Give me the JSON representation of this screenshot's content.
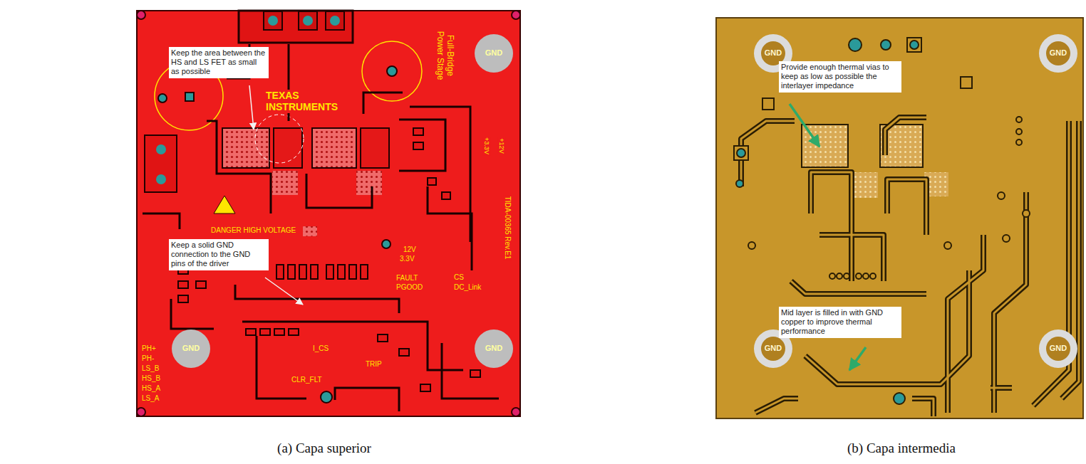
{
  "diagram": {
    "labels": [
      "Keep the area between the HS and LS FET as small as possible",
      "Keep a solid GND connection to the GND pins of the driver",
      "GND",
      "GND",
      "GND",
      "TEXAS",
      "INSTRUMENTS",
      "Full-Bridge Power Stage",
      "DANGER HIGH VOLTAGE",
      "+3.3V",
      "+12V",
      "12V",
      "3.3V",
      "FAULT",
      "PGOOD",
      "CS",
      "DC_Link",
      "TIDA-00365 Rev.E1",
      "PH+",
      "PH-",
      "LS_B",
      "HS_B",
      "HS_A",
      "LS_A",
      "I_CS",
      "CLR_FLT",
      "TRIP",
      "Provide enough thermal vias to keep as low as possible the interlayer impedance",
      "Mid layer is filled in with GND copper to improve thermal performance",
      "GND",
      "GND",
      "GND",
      "GND",
      "(a) Capa superior",
      "(b) Capa intermedia"
    ]
  }
}
